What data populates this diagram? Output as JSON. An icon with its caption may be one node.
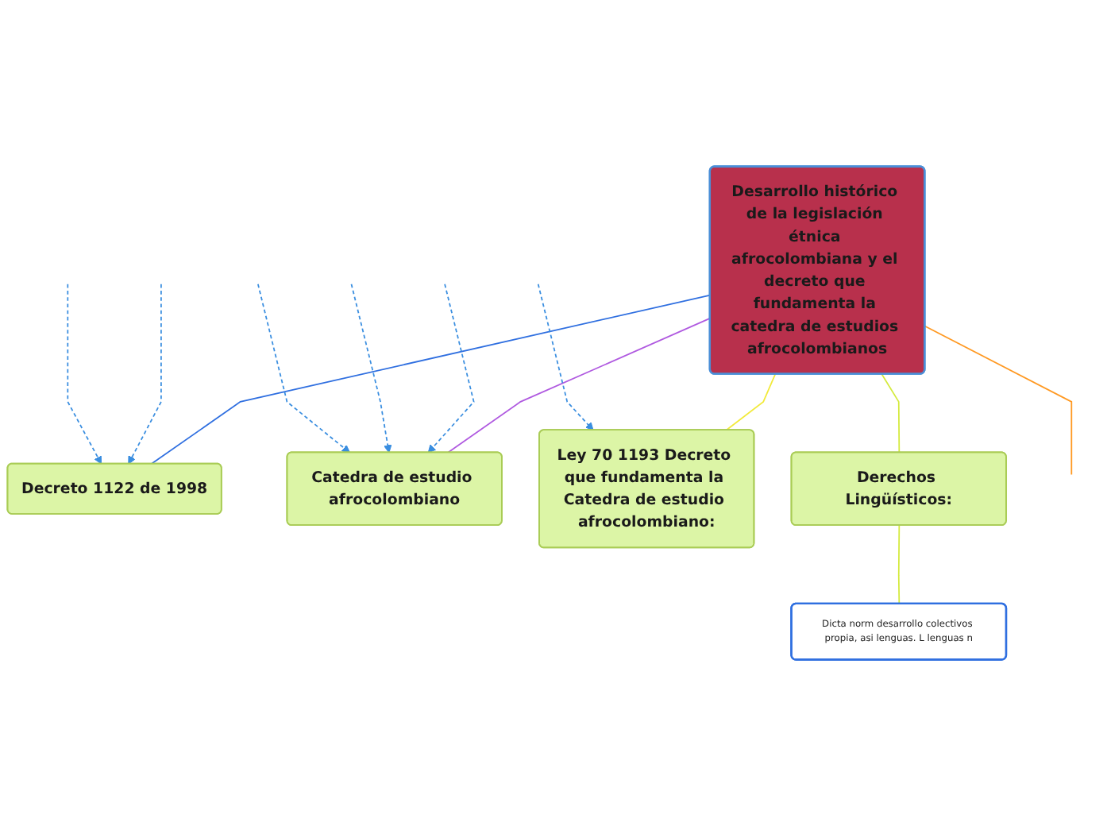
{
  "diagram": {
    "nodes": [
      {
        "text": [
          "Desarrollo histórico de la legislación étnica afrocolombiana y el decreto que fundamenta la catedra de estudios afrocolombianos"
        ]
      },
      {
        "text": [
          "Derechos Lingüísticos:"
        ]
      },
      {
        "text": [
          "Dicta norm desarrollo colectivos propia, asi lenguas. L lenguas n"
        ]
      },
      {
        "text": [
          "Decreto 1122 de 1998"
        ]
      },
      {
        "text": [
          "Catedra de estudio afrocolombiano"
        ]
      },
      {
        "text": [
          "Ley 70 1193 Decreto que fundamenta la Catedra de estudio afrocolombiano:"
        ]
      }
    ],
    "edges": [
      {
        "from": 0,
        "to": null,
        "arrow": "none",
        "color": "#ff9922"
      },
      {
        "from": 0,
        "to": 1,
        "arrow": "none",
        "color": "#d4ea3c"
      },
      {
        "from": 1,
        "to": 2,
        "arrow": "none",
        "color": "#d4ea3c"
      },
      {
        "from": 0,
        "to": 3,
        "arrow": "none",
        "color": "#2f6fe0"
      },
      {
        "from": 0,
        "to": 4,
        "arrow": "none",
        "color": "#b05ae0"
      },
      {
        "from": 0,
        "to": 5,
        "arrow": "none",
        "color": "#f2ea3a"
      },
      {
        "from": null,
        "to": 3,
        "arrow": "to",
        "style": "dashed",
        "color": "#3a8ee0"
      },
      {
        "from": null,
        "to": 3,
        "arrow": "to",
        "style": "dashed",
        "color": "#3a8ee0"
      },
      {
        "from": null,
        "to": 4,
        "arrow": "to",
        "style": "dashed",
        "color": "#3a8ee0"
      },
      {
        "from": null,
        "to": 4,
        "arrow": "to",
        "style": "dashed",
        "color": "#3a8ee0"
      },
      {
        "from": null,
        "to": 4,
        "arrow": "to",
        "style": "dashed",
        "color": "#3a8ee0"
      },
      {
        "from": null,
        "to": 5,
        "arrow": "to",
        "style": "dashed",
        "color": "#3a8ee0"
      }
    ]
  }
}
